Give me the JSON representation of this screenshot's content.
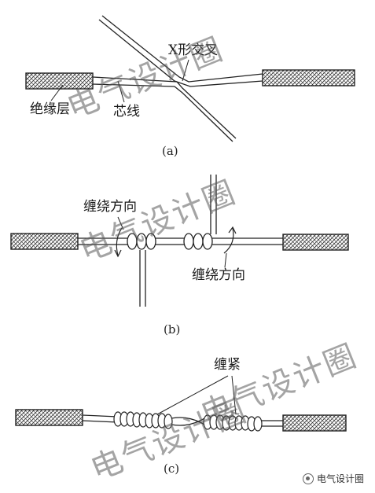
{
  "panel_a": {
    "label_x": "X形交叉",
    "label_insulation": "绝缘层",
    "label_core": "芯线",
    "caption": "(a)"
  },
  "panel_b": {
    "label_wind_left": "缠绕方向",
    "label_wind_right": "缠绕方向",
    "caption": "(b)"
  },
  "panel_c": {
    "label_tight": "缠紧",
    "caption": "(c)"
  },
  "watermarks": {
    "wm1": "电气设计圈",
    "wm2": "电气设计圈",
    "wm3": "电气设计圈",
    "wm4": "电气设计圈"
  },
  "brand": {
    "text": "电气设计圈",
    "icon": "wechat-circle-icon"
  }
}
